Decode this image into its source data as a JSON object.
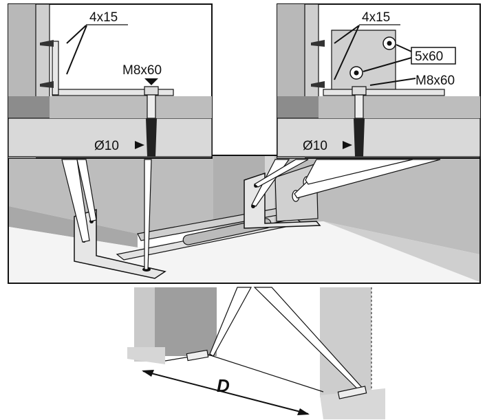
{
  "labels": {
    "screw_left": "4x15",
    "bolt_left": "M8x60",
    "drill_left": "Ø10",
    "screw_right": "4x15",
    "extra_screw_right": "5x60",
    "bolt_right": "M8x60",
    "drill_right": "Ø10",
    "distance": "D"
  },
  "colors": {
    "background": "#ffffff",
    "wall_light": "#d9d9d9",
    "wall_mid": "#b5b5b5",
    "wall_dark": "#8c8c8c",
    "outline": "#111111"
  }
}
